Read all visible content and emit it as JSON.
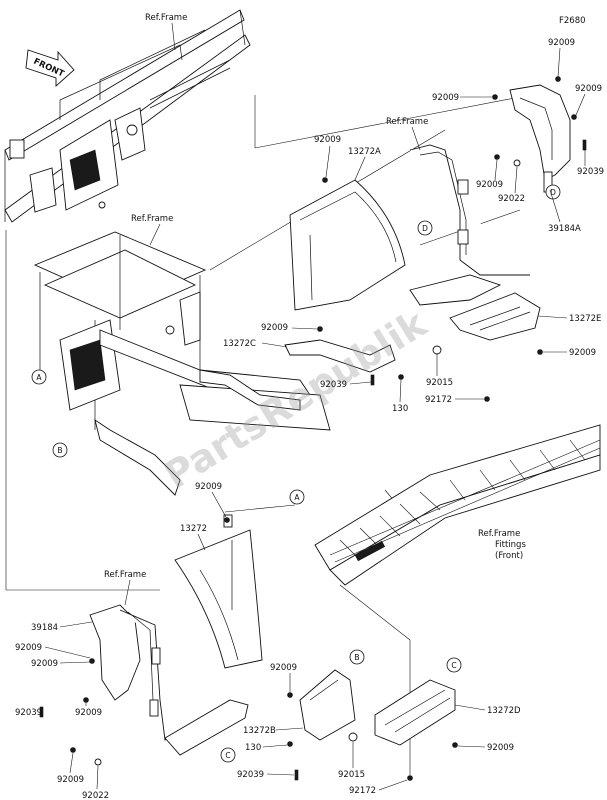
{
  "diagram_code": "F2680",
  "front_label": "FRONT",
  "watermark": "PartsRepublik",
  "labels": {
    "ref_frame_top": "Ref.Frame",
    "ref_frame_mid": "Ref.Frame",
    "ref_frame_right": "Ref.Frame",
    "ref_frame_left": "Ref.Frame",
    "ref_frame_fittings_1": "Ref.Frame",
    "ref_frame_fittings_2": "Fittings",
    "ref_frame_fittings_3": "(Front)",
    "p92009_tr1": "92009",
    "p92009_tr2": "92009",
    "p92009_tr3": "92009",
    "p92009_tr4": "92009",
    "p92039_tr": "92039",
    "p92022_tr": "92022",
    "p39184A": "39184A",
    "p92009_up": "92009",
    "p13272A": "13272A",
    "p13272E": "13272E",
    "p92009_e": "92009",
    "p92009_c": "92009",
    "p13272C": "13272C",
    "p92039_c": "92039",
    "p130_c": "130",
    "p92015_c": "92015",
    "p92172_c": "92172",
    "p92009_front": "92009",
    "p13272": "13272",
    "p39184": "39184",
    "p92009_l1": "92009",
    "p92009_l2": "92009",
    "p92039_l": "92039",
    "p92009_l3": "92009",
    "p92009_l4": "92009",
    "p92022_l": "92022",
    "p92009_b": "92009",
    "p13272B": "13272B",
    "p130_b": "130",
    "p92039_b": "92039",
    "p92015_b": "92015",
    "p92172_b": "92172",
    "p13272D": "13272D",
    "p92009_d": "92009"
  },
  "callouts": {
    "A1": "A",
    "B1": "B",
    "C1": "C",
    "D1": "D",
    "A2": "A",
    "B2": "B",
    "C2": "C",
    "D2": "D"
  }
}
